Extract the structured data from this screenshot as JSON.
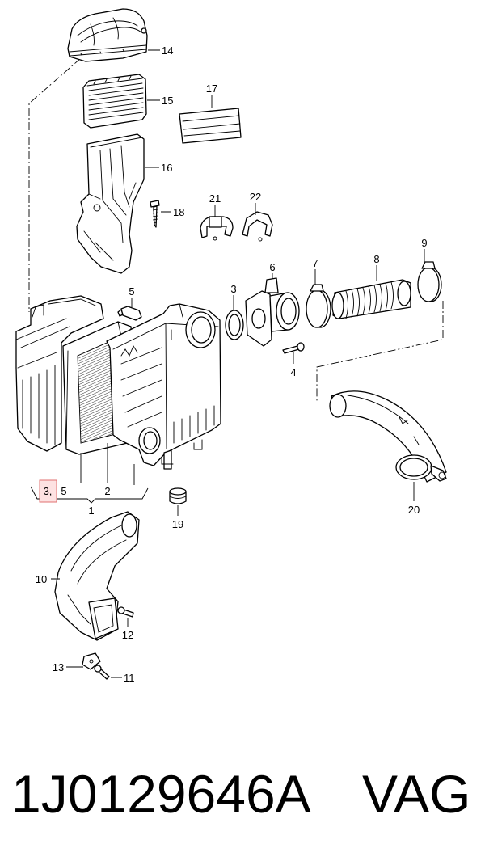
{
  "diagram": {
    "labels": {
      "c14": "14",
      "c15": "15",
      "c16": "16",
      "c17": "17",
      "c18": "18",
      "c21": "21",
      "c22": "22",
      "c9": "9",
      "c8": "8",
      "c7": "7",
      "c6": "6",
      "c3": "3",
      "c5": "5",
      "c4": "4",
      "c20": "20",
      "c19": "19",
      "c3_set": "3,",
      "c5_set": "5",
      "c2": "2",
      "c1": "1",
      "c10": "10",
      "c12": "12",
      "c13": "13",
      "c11": "11"
    }
  },
  "footer": {
    "part_number": "1J0129646A",
    "brand": "VAG"
  },
  "colors": {
    "background": "#ffffff",
    "line": "#000000",
    "highlight_fill": "#fde2e2",
    "highlight_border": "#e07070"
  }
}
